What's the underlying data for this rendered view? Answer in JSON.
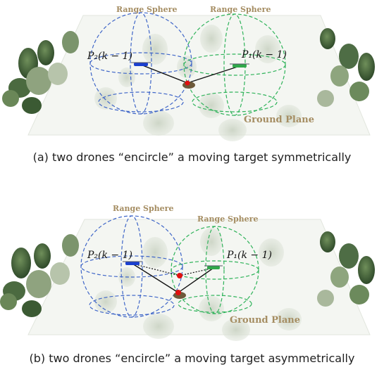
{
  "panel_a": {
    "sphere_left_label": "Range Sphere",
    "sphere_right_label": "Range Sphere",
    "p2_label": "P₂(k − 1)",
    "p1_label": "P₁(k − 1)",
    "ground_label": "Ground Plane",
    "caption": "(a) two drones “encircle” a moving target symmetrically"
  },
  "panel_b": {
    "sphere_left_label": "Range Sphere",
    "sphere_right_label": "Range Sphere",
    "p2_label": "P₂(k − 1)",
    "p1_label": "P₁(k − 1)",
    "ground_label": "Ground Plane",
    "caption": "(b) two drones “encircle” a moving target asymmetrically"
  },
  "colors": {
    "left_sphere": "#3f66c8",
    "right_sphere": "#2fb35a",
    "target": "#e01010",
    "drone_left": "#1a3fd0",
    "drone_right": "#2fa84a",
    "label_gold": "#a58d62"
  }
}
